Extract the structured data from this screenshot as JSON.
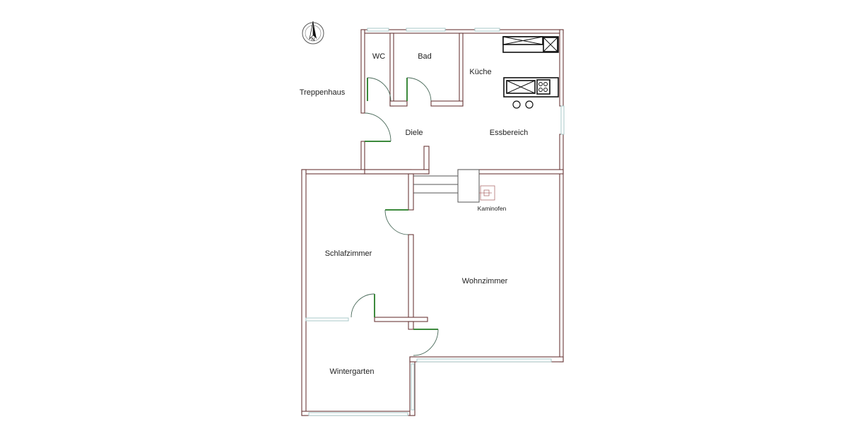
{
  "compass": {
    "label": "N"
  },
  "rooms": {
    "treppenhaus": "Treppenhaus",
    "wc": "WC",
    "bad": "Bad",
    "kueche": "Küche",
    "diele": "Diele",
    "essbereich": "Essbereich",
    "kaminofen": "Kaminofen",
    "schlafzimmer": "Schlafzimmer",
    "wohnzimmer": "Wohnzimmer",
    "wintergarten": "Wintergarten"
  },
  "colors": {
    "wall": "#6b3a3a",
    "door_leaf": "#3d8a3d",
    "window": "#a8c8c8"
  }
}
